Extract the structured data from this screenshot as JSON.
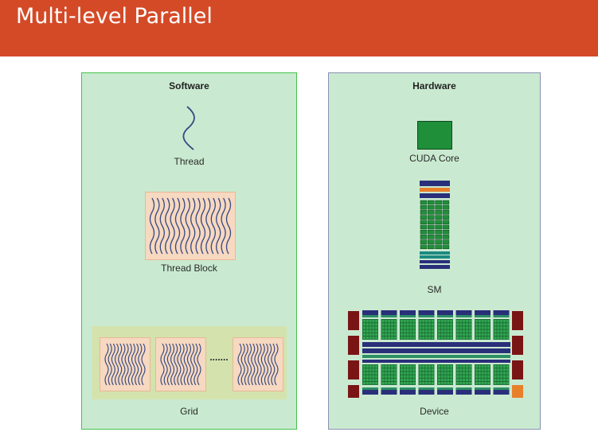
{
  "slide": {
    "title": "Multi-level Parallel"
  },
  "software": {
    "heading": "Software",
    "thread_label": "Thread",
    "block_label": "Thread Block",
    "grid_label": "Grid",
    "ellipsis": "......."
  },
  "hardware": {
    "heading": "Hardware",
    "core_label": "CUDA Core",
    "sm_label": "SM",
    "device_label": "Device"
  },
  "colors": {
    "header": "#d44a27",
    "panel": "#c9ead0",
    "software_border": "#44c24e",
    "hardware_border": "#8c90b4",
    "cuda_core": "#1f8f3a",
    "block_fill": "#f7d8c0",
    "navy": "#2a2f7a",
    "orange": "#e8802a",
    "maroon": "#7a1515"
  }
}
